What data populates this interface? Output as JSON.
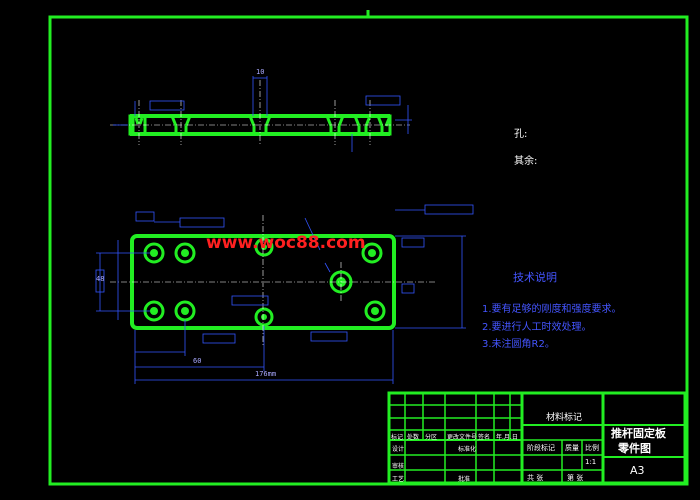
{
  "drawing": {
    "title": "推杆固定板",
    "subtitle": "零件图",
    "sheet_size": "A3",
    "scale": "1:1",
    "watermark": "www.woc88.com"
  },
  "roughness": {
    "hole": "孔:",
    "rest": "其余:"
  },
  "tech_notes": {
    "heading": "技术说明",
    "items": [
      "1.要有足够的刚度和强度要求。",
      "2.要进行人工时效处理。",
      "3.未注圆角R2。"
    ]
  },
  "title_block": {
    "material_mark": "材料标记",
    "stage_mark": "阶段标记",
    "weight": "质量",
    "scale_label": "比例",
    "total_sheets": "共 张",
    "sheet_no": "第 张",
    "labels_row": [
      "标记",
      "处数",
      "分区",
      "更改文件号",
      "签名",
      "年.月.日"
    ],
    "design": "设计",
    "standardize": "标准化",
    "review": "审核",
    "process": "工艺",
    "approve": "批准"
  },
  "dimensions": {
    "top_width": "10",
    "left_height": "48",
    "bottom_total": "176mm",
    "bottom_mid": "60"
  },
  "colors": {
    "part": "#22ee22",
    "border": "#22ee22",
    "dim": "#3355ff",
    "center": "#ffffff",
    "note": "#4455ff",
    "watermark": "#ff2020"
  }
}
